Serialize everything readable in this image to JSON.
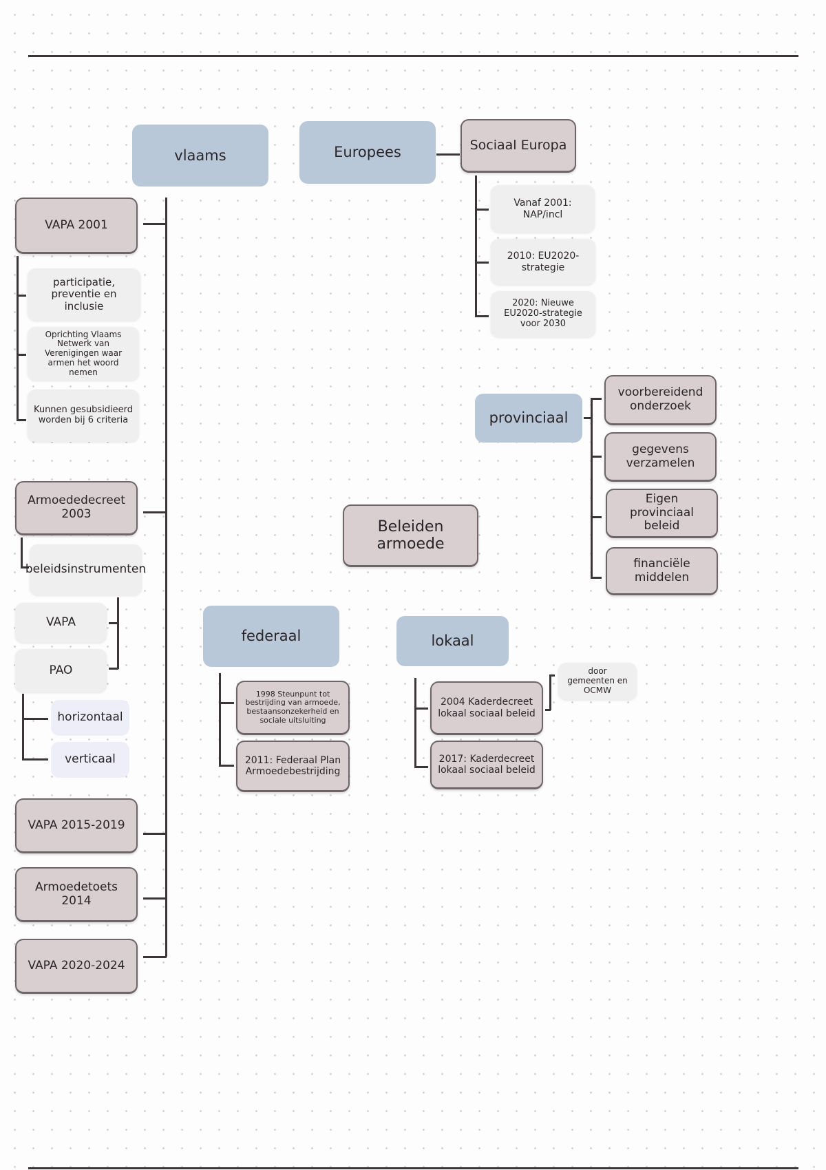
{
  "central": "Beleiden armoede",
  "vlaams": {
    "label": "vlaams",
    "items": [
      {
        "label": "VAPA 2001",
        "children": [
          "participatie, preventie en inclusie",
          "Oprichting Vlaams Netwerk van Verenigingen waar armen het woord nemen",
          "Kunnen gesubsidieerd worden bij 6 criteria"
        ]
      },
      {
        "label": "Armoededecreet 2003",
        "children": [
          "beleidsinstrumenten"
        ],
        "instruments": [
          "VAPA",
          "PAO"
        ],
        "sub": [
          "horizontaal",
          "verticaal"
        ]
      },
      {
        "label": "VAPA 2015-2019"
      },
      {
        "label": "Armoedetoets 2014"
      },
      {
        "label": "VAPA 2020-2024"
      }
    ]
  },
  "europees": {
    "label": "Europees",
    "child": "Sociaal Europa",
    "items": [
      "Vanaf 2001: NAP/incl",
      "2010: EU2020-strategie",
      "2020: Nieuwe EU2020-strategie voor 2030"
    ]
  },
  "provinciaal": {
    "label": "provinciaal",
    "items": [
      "voorbereidend onderzoek",
      "gegevens verzamelen",
      "Eigen provinciaal beleid",
      "financiële middelen"
    ]
  },
  "federaal": {
    "label": "federaal",
    "items": [
      "1998 Steunpunt tot bestrijding van armoede, bestaansonzekerheid en sociale uitsluiting",
      "2011: Federaal Plan Armoedebestrijding"
    ]
  },
  "lokaal": {
    "label": "lokaal",
    "items": [
      "2004 Kaderdecreet lokaal sociaal beleid",
      "2017: Kaderdecreet lokaal sociaal beleid"
    ],
    "note": "door gemeenten en OCMW"
  },
  "colors": {
    "blue": "#b8c8d8",
    "mauve": "#d9cfd1",
    "light": "#efefef",
    "lavender": "#eeeef9"
  }
}
